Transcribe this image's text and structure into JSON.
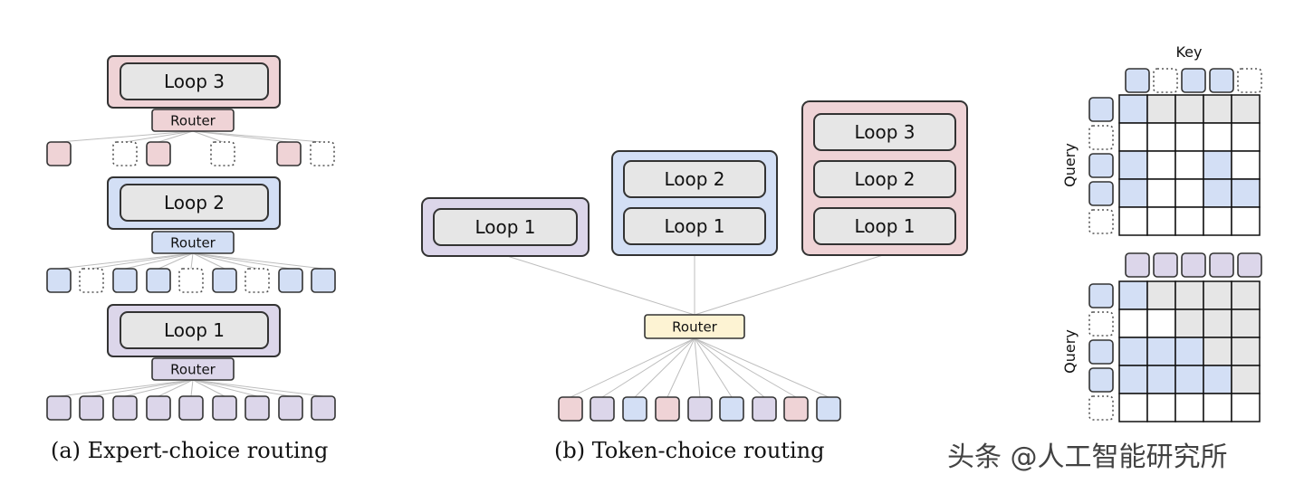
{
  "colors": {
    "pink": "#efd3d6",
    "blue": "#d3dff5",
    "purple": "#dcd6ea",
    "gray": "#e6e6e6",
    "router_yellow": "#fdf3d3",
    "stroke": "#333333"
  },
  "panel_a": {
    "caption": "(a) Expert-choice routing",
    "stacks": [
      {
        "loop": "Loop 3",
        "router": "Router",
        "color": "pink",
        "tokens": [
          "pink",
          "empty",
          "pink",
          "empty",
          "pink",
          "empty"
        ]
      },
      {
        "loop": "Loop 2",
        "router": "Router",
        "color": "blue",
        "tokens": [
          "blue",
          "empty",
          "blue",
          "blue",
          "empty",
          "blue",
          "empty",
          "blue",
          "blue"
        ]
      },
      {
        "loop": "Loop 1",
        "router": "Router",
        "color": "purple",
        "tokens": [
          "purple",
          "purple",
          "purple",
          "purple",
          "purple",
          "purple",
          "purple",
          "purple",
          "purple"
        ]
      }
    ]
  },
  "panel_b": {
    "caption": "(b) Token-choice routing",
    "router": "Router",
    "experts": [
      {
        "color": "purple",
        "loops": [
          "Loop 1"
        ]
      },
      {
        "color": "blue",
        "loops": [
          "Loop 2",
          "Loop 1"
        ]
      },
      {
        "color": "pink",
        "loops": [
          "Loop 3",
          "Loop 2",
          "Loop 1"
        ]
      }
    ],
    "tokens": [
      "pink",
      "purple",
      "blue",
      "pink",
      "purple",
      "blue",
      "purple",
      "pink",
      "blue"
    ]
  },
  "panel_c": {
    "key_label": "Key",
    "query_label": "Query",
    "top": {
      "key_tokens": [
        "blue",
        "empty",
        "blue",
        "blue",
        "empty"
      ],
      "query_tokens": [
        "blue",
        "empty",
        "blue",
        "blue",
        "empty"
      ],
      "grid": [
        [
          "blue",
          "gray",
          "gray",
          "gray",
          "gray"
        ],
        [
          "white",
          "white",
          "white",
          "white",
          "white"
        ],
        [
          "blue",
          "white",
          "white",
          "blue",
          "white"
        ],
        [
          "blue",
          "white",
          "white",
          "blue",
          "blue"
        ],
        [
          "white",
          "white",
          "white",
          "white",
          "white"
        ]
      ]
    },
    "bottom": {
      "key_tokens": [
        "purple",
        "purple",
        "purple",
        "purple",
        "purple"
      ],
      "query_tokens": [
        "blue",
        "empty",
        "blue",
        "blue",
        "empty"
      ],
      "grid": [
        [
          "blue",
          "gray",
          "gray",
          "gray",
          "gray"
        ],
        [
          "white",
          "white",
          "gray",
          "gray",
          "gray"
        ],
        [
          "blue",
          "blue",
          "blue",
          "gray",
          "gray"
        ],
        [
          "blue",
          "blue",
          "blue",
          "blue",
          "gray"
        ],
        [
          "white",
          "white",
          "white",
          "white",
          "white"
        ]
      ]
    }
  },
  "watermark": "头条 @人工智能研究所"
}
